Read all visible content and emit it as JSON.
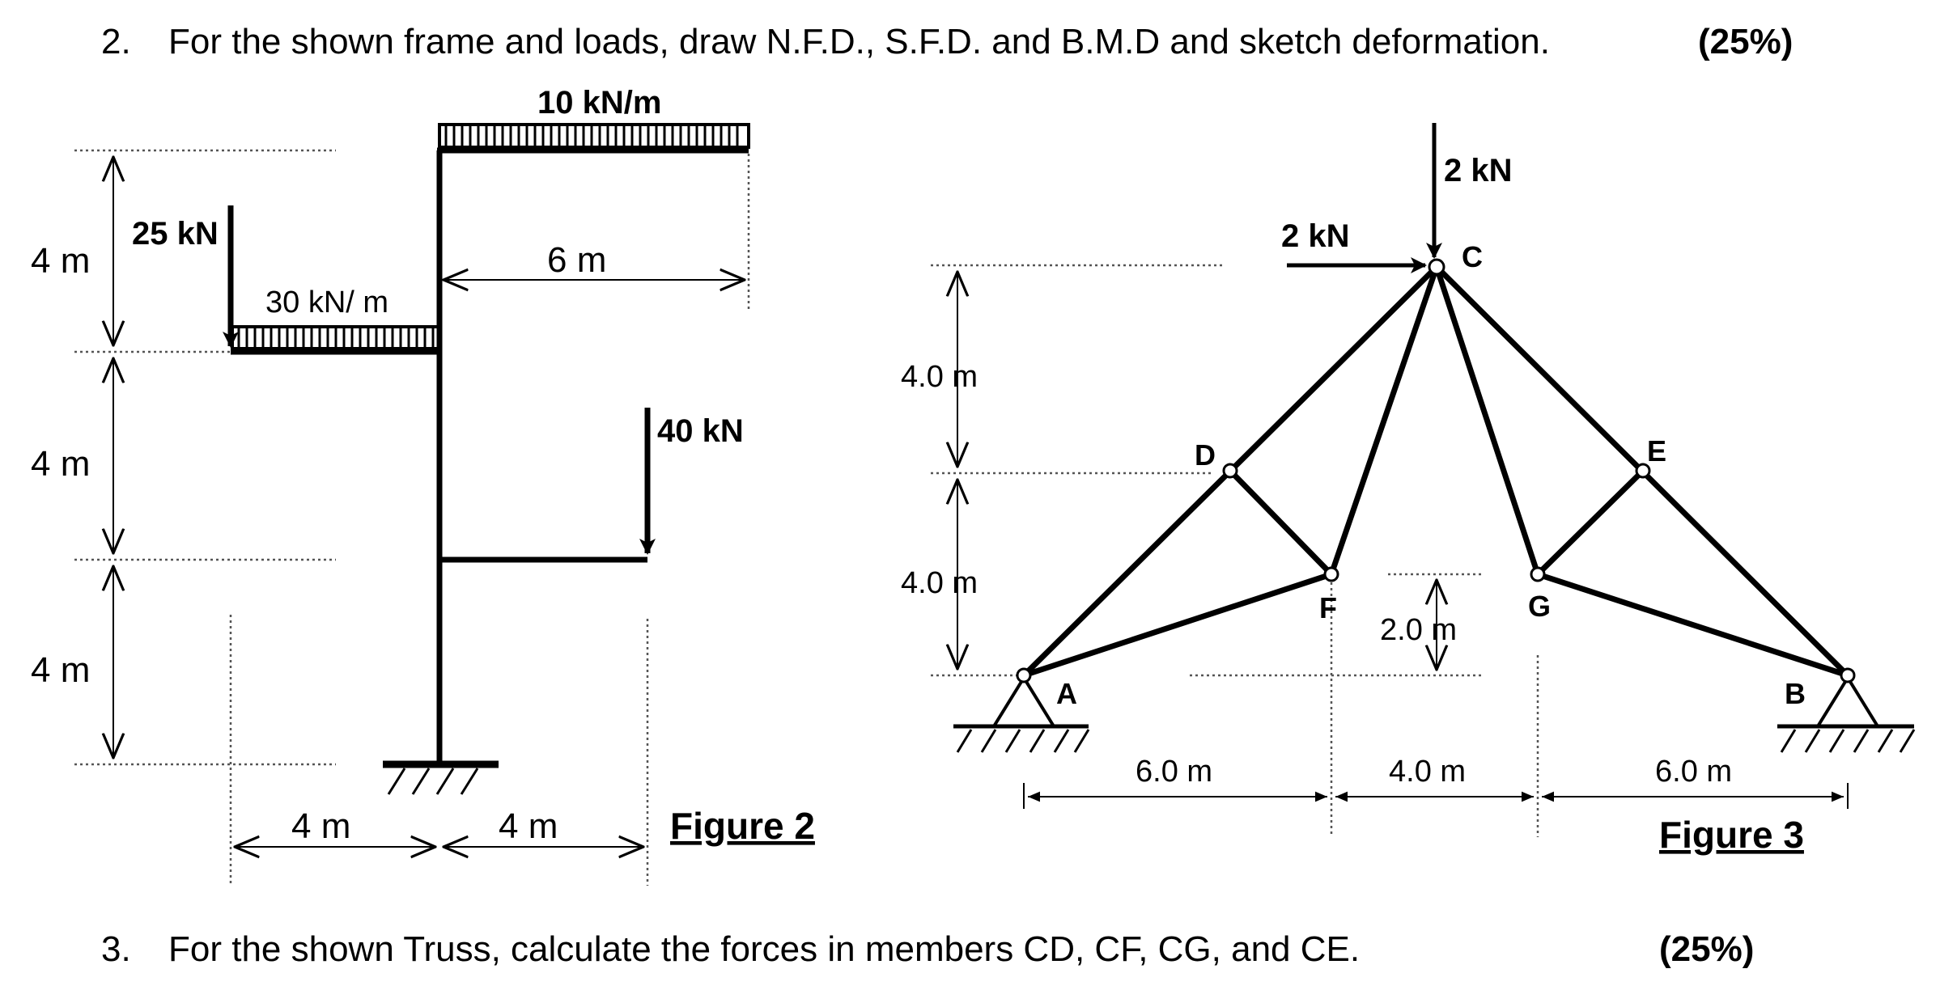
{
  "question2": {
    "number": "2.",
    "text": "For the shown frame and loads, draw N.F.D., S.F.D. and B.M.D and sketch deformation.",
    "marks": "(25%)"
  },
  "question3": {
    "number": "3.",
    "text": "For the shown Truss, calculate the forces in members CD, CF, CG, and CE.",
    "marks": "(25%)"
  },
  "figure2": {
    "caption": "Figure 2",
    "udl_top": "10 kN/m",
    "udl_left": "30 kN/ m",
    "point_load_left": "25 kN",
    "point_load_right": "40 kN",
    "height_top": "4 m",
    "height_mid": "4 m",
    "height_bottom": "4 m",
    "span_top": "6 m",
    "span_bottom_left": "4 m",
    "span_bottom_right": "4 m"
  },
  "figure3": {
    "caption": "Figure 3",
    "load_vertical": "2 kN",
    "load_horizontal": "2 kN",
    "height_upper": "4.0 m",
    "height_lower": "4.0 m",
    "height_fg": "2.0 m",
    "span_left": "6.0 m",
    "span_mid": "4.0 m",
    "span_right": "6.0 m",
    "nodes": {
      "A": "A",
      "B": "B",
      "C": "C",
      "D": "D",
      "E": "E",
      "F": "F",
      "G": "G"
    }
  }
}
